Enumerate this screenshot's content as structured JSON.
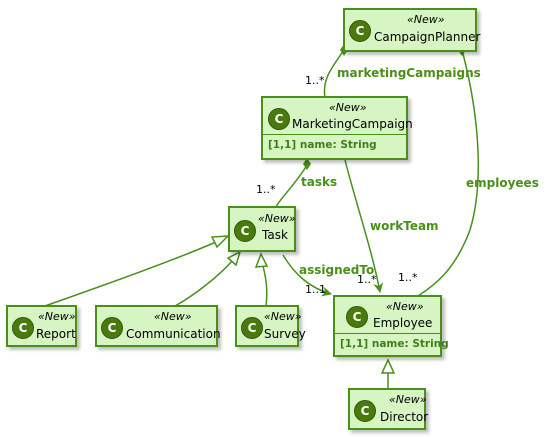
{
  "diagram": {
    "classes": {
      "campaign_planner": {
        "stereotype": "«New»",
        "name": "CampaignPlanner",
        "icon": "C"
      },
      "marketing_campaign": {
        "stereotype": "«New»",
        "name": "MarketingCampaign",
        "icon": "C",
        "attribute": "[1,1] name: String"
      },
      "task": {
        "stereotype": "«New»",
        "name": "Task",
        "icon": "C"
      },
      "employee": {
        "stereotype": "«New»",
        "name": "Employee",
        "icon": "C",
        "attribute": "[1,1] name: String"
      },
      "report": {
        "stereotype": "«New»",
        "name": "Report",
        "icon": "C"
      },
      "communication": {
        "stereotype": "«New»",
        "name": "Communication",
        "icon": "C"
      },
      "survey": {
        "stereotype": "«New»",
        "name": "Survey",
        "icon": "C"
      },
      "director": {
        "stereotype": "«New»",
        "name": "Director",
        "icon": "C"
      }
    },
    "associations": {
      "marketing_campaigns": {
        "label": "marketingCampaigns",
        "multiplicity": "1..*"
      },
      "employees": {
        "label": "employees",
        "multiplicity": "1..*"
      },
      "tasks": {
        "label": "tasks",
        "multiplicity": "1..*"
      },
      "work_team": {
        "label": "workTeam",
        "multiplicity": "1..*"
      },
      "assigned_to": {
        "label": "assignedTo",
        "multiplicity": "1..1"
      }
    },
    "colors": {
      "class_fill": "#d6f5c2",
      "border": "#4a8f1a",
      "badge": "#4a7a0e",
      "label": "#4a8f1a"
    }
  }
}
